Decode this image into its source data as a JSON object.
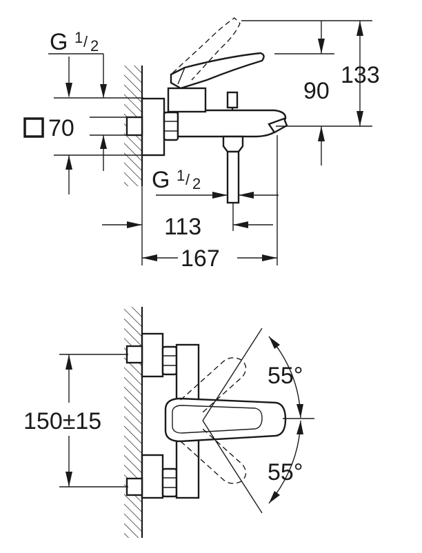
{
  "top_view": {
    "thread_top": {
      "main": "G",
      "sup": "1",
      "den": "2"
    },
    "square_label": "70",
    "dim_90": "90",
    "dim_133": "133",
    "thread_outlet": {
      "main": "G",
      "sup": "1",
      "den": "2"
    },
    "dim_113": "113",
    "dim_167": "167"
  },
  "bottom_view": {
    "dim_150": "150±15",
    "angle_top": "55°",
    "angle_bottom": "55°"
  }
}
